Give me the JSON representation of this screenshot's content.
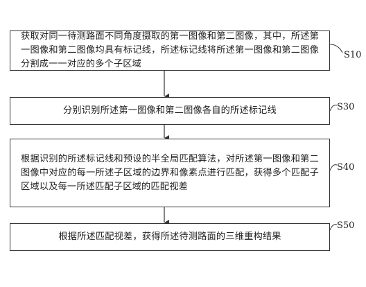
{
  "steps": [
    {
      "id": "S10",
      "text": "获取对同一待测路面不同角度摄取的第一图像和第二图像，其中，所述第一图像和第二图像均具有标记线，所述标记线将所述第一图像和第二图像分割成一一对应的多个子区域"
    },
    {
      "id": "S30",
      "text": "分别识别所述第一图像和第二图像各自的所述标记线"
    },
    {
      "id": "S40",
      "text": "根据识别的所述标记线和预设的半全局匹配算法，对所述第一图像和第二图像中对应的每一所述子区域的边界和像素点进行匹配，获得多个匹配子区域以及每一所述匹配子区域的匹配视差"
    },
    {
      "id": "S50",
      "text": "根据所述匹配视差，获得所述待测路面的三维重构结果"
    }
  ],
  "colors": {
    "line": "#333333",
    "text": "#222222",
    "background": "#ffffff"
  }
}
